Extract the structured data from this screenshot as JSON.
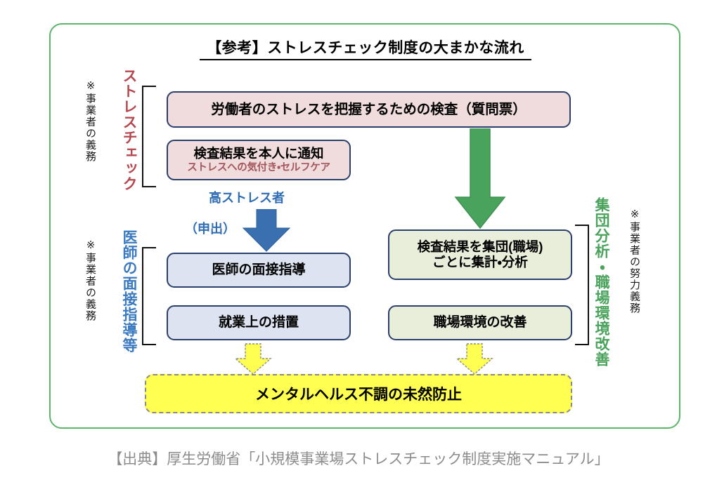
{
  "title": "【参考】ストレスチェック制度の大まかな流れ",
  "colors": {
    "frame_green": "#5cb46a",
    "pink_box": "#f0dcdc",
    "blue_box": "#dde3f1",
    "green_box": "#e9eedb",
    "yellow_box": "#ffff52",
    "box_border": "#2b3f6c",
    "stresscheck_label": "#b5494f",
    "interview_label": "#3b7ac0",
    "group_label": "#4aa35c",
    "blue_arrow": "#3a6fb0",
    "green_arrow": "#4aa35c",
    "caption_gray": "#8c8c8c"
  },
  "left_labels": [
    {
      "category": "ストレスチェック",
      "note": "※事業者の義務"
    },
    {
      "category": "医師の面接指導等",
      "note": "※事業者の義務"
    }
  ],
  "right_labels": [
    {
      "category": "集団分析・職場環境改善",
      "note": "※事業者の努力義務"
    }
  ],
  "nodes": {
    "questionnaire": {
      "label": "労働者のストレスを把握するための検査（質問票）"
    },
    "notify": {
      "label": "検査結果を本人に通知",
      "sub": "ストレスへの気付き・セルフケア"
    },
    "interview": {
      "label": "医師の面接指導"
    },
    "measures": {
      "label": "就業上の措置"
    },
    "aggregate": {
      "line1": "検査結果を集団(職場)",
      "line2": "ごとに集計・分析"
    },
    "environment": {
      "label": "職場環境の改善"
    },
    "goal": {
      "label": "メンタルヘルス不調の未然防止"
    }
  },
  "callouts": {
    "high_stress": "高ストレス者",
    "request": "（申出）"
  },
  "source": "【出典】厚生労働省「小規模事業場ストレスチェック制度実施マニュアル」"
}
